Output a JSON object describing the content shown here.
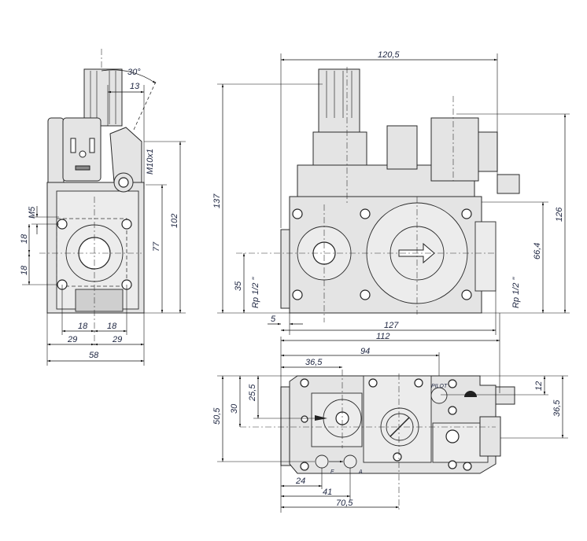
{
  "side_view": {
    "angle": "30°",
    "d13": "13",
    "thread": "M10x1",
    "m5": "M5",
    "d18_top": "18",
    "d18_bottom": "18",
    "d102": "102",
    "d77": "77",
    "d18_left": "18",
    "d18_right": "18",
    "d29_left": "29",
    "d29_right": "29",
    "d58": "58"
  },
  "front_view": {
    "d120_5": "120,5",
    "d137": "137",
    "d126": "126",
    "d66_4": "66,4",
    "d35": "35",
    "inlet_thread": "Rp 1/2 \"",
    "outlet_thread": "Rp 1/2 \"",
    "d5": "5",
    "d127": "127"
  },
  "bottom_view": {
    "d112": "112",
    "d94": "94",
    "d36_5_top": "36,5",
    "d50_5": "50,5",
    "d30": "30",
    "d25_5": "25,5",
    "d12": "12",
    "d36_5_right": "36,5",
    "d24": "24",
    "d41": "41",
    "d70_5": "70,5",
    "port_e": "E",
    "port_a": "A",
    "pilot_label": "PILOT"
  }
}
